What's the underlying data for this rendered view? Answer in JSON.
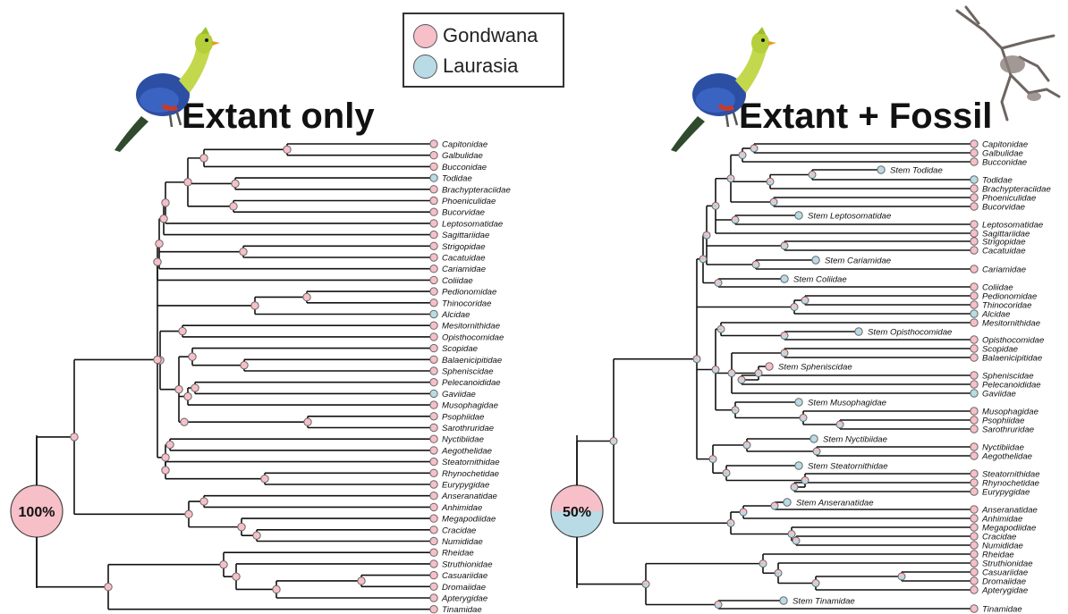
{
  "colors": {
    "gondwana": "#f7bfc8",
    "laurasia": "#b9dbe5",
    "line": "#111111"
  },
  "legend": {
    "items": [
      {
        "label": "Gondwana",
        "color": "#f7bfc8"
      },
      {
        "label": "Laurasia",
        "color": "#b9dbe5"
      }
    ]
  },
  "panels": [
    {
      "title": "Extant only",
      "root_probability": "100%",
      "root_color": "gondwana",
      "tips": [
        {
          "label": "Capitonidae",
          "state": "G"
        },
        {
          "label": "Galbulidae",
          "state": "G"
        },
        {
          "label": "Bucconidae",
          "state": "G"
        },
        {
          "label": "Todidae",
          "state": "L"
        },
        {
          "label": "Brachypteraciidae",
          "state": "G"
        },
        {
          "label": "Phoeniculidae",
          "state": "G"
        },
        {
          "label": "Bucorvidae",
          "state": "G"
        },
        {
          "label": "Leptosomatidae",
          "state": "G"
        },
        {
          "label": "Sagittariidae",
          "state": "G"
        },
        {
          "label": "Strigopidae",
          "state": "G"
        },
        {
          "label": "Cacatuidae",
          "state": "G"
        },
        {
          "label": "Cariamidae",
          "state": "G"
        },
        {
          "label": "Coliidae",
          "state": "G"
        },
        {
          "label": "Pedionomidae",
          "state": "G"
        },
        {
          "label": "Thinocoridae",
          "state": "G"
        },
        {
          "label": "Alcidae",
          "state": "L"
        },
        {
          "label": "Mesitornithidae",
          "state": "G"
        },
        {
          "label": "Opisthocomidae",
          "state": "G"
        },
        {
          "label": "Scopidae",
          "state": "G"
        },
        {
          "label": "Balaenicipitidae",
          "state": "G"
        },
        {
          "label": "Spheniscidae",
          "state": "G"
        },
        {
          "label": "Pelecanoididae",
          "state": "G"
        },
        {
          "label": "Gaviidae",
          "state": "L"
        },
        {
          "label": "Musophagidae",
          "state": "G"
        },
        {
          "label": "Psophiidae",
          "state": "G"
        },
        {
          "label": "Sarothruridae",
          "state": "G"
        },
        {
          "label": "Nyctibiidae",
          "state": "G"
        },
        {
          "label": "Aegothelidae",
          "state": "G"
        },
        {
          "label": "Steatornithidae",
          "state": "G"
        },
        {
          "label": "Rhynochetidae",
          "state": "G"
        },
        {
          "label": "Eurypygidae",
          "state": "G"
        },
        {
          "label": "Anseranatidae",
          "state": "G"
        },
        {
          "label": "Anhimidae",
          "state": "G"
        },
        {
          "label": "Megapodiidae",
          "state": "G"
        },
        {
          "label": "Cracidae",
          "state": "G"
        },
        {
          "label": "Numididae",
          "state": "G"
        },
        {
          "label": "Rheidae",
          "state": "G"
        },
        {
          "label": "Struthionidae",
          "state": "G"
        },
        {
          "label": "Casuariidae",
          "state": "G"
        },
        {
          "label": "Dromaiidae",
          "state": "G"
        },
        {
          "label": "Apterygidae",
          "state": "G"
        },
        {
          "label": "Tinamidae",
          "state": "G"
        }
      ]
    },
    {
      "title": "Extant + Fossil",
      "root_probability": "50%",
      "root_color": "split",
      "tips": [
        {
          "label": "Capitonidae",
          "state": "G"
        },
        {
          "label": "Galbulidae",
          "state": "G"
        },
        {
          "label": "Bucconidae",
          "state": "G"
        },
        {
          "label": "Stem Todidae",
          "state": "L",
          "fossil": true
        },
        {
          "label": "Todidae",
          "state": "L"
        },
        {
          "label": "Brachypteraciidae",
          "state": "G"
        },
        {
          "label": "Phoeniculidae",
          "state": "G"
        },
        {
          "label": "Bucorvidae",
          "state": "G"
        },
        {
          "label": "Stem Leptosomatidae",
          "state": "L",
          "fossil": true
        },
        {
          "label": "Leptosomatidae",
          "state": "G"
        },
        {
          "label": "Sagittariidae",
          "state": "G"
        },
        {
          "label": "Strigopidae",
          "state": "G"
        },
        {
          "label": "Cacatuidae",
          "state": "G"
        },
        {
          "label": "Stem Cariamidae",
          "state": "L",
          "fossil": true
        },
        {
          "label": "Cariamidae",
          "state": "G"
        },
        {
          "label": "Stem Coliidae",
          "state": "L",
          "fossil": true
        },
        {
          "label": "Coliidae",
          "state": "G"
        },
        {
          "label": "Pedionomidae",
          "state": "G"
        },
        {
          "label": "Thinocoridae",
          "state": "G"
        },
        {
          "label": "Alcidae",
          "state": "L"
        },
        {
          "label": "Mesitornithidae",
          "state": "G"
        },
        {
          "label": "Stem Opisthocomidae",
          "state": "L",
          "fossil": true
        },
        {
          "label": "Opisthocomidae",
          "state": "G"
        },
        {
          "label": "Scopidae",
          "state": "G"
        },
        {
          "label": "Balaenicipitidae",
          "state": "G"
        },
        {
          "label": "Stem Spheniscidae",
          "state": "G",
          "fossil": true
        },
        {
          "label": "Spheniscidae",
          "state": "G"
        },
        {
          "label": "Pelecanoididae",
          "state": "G"
        },
        {
          "label": "Gaviidae",
          "state": "L"
        },
        {
          "label": "Stem Musophagidae",
          "state": "L",
          "fossil": true
        },
        {
          "label": "Musophagidae",
          "state": "G"
        },
        {
          "label": "Psophiidae",
          "state": "G"
        },
        {
          "label": "Sarothruridae",
          "state": "G"
        },
        {
          "label": "Stem Nyctibiidae",
          "state": "L",
          "fossil": true
        },
        {
          "label": "Nyctibiidae",
          "state": "G"
        },
        {
          "label": "Aegothelidae",
          "state": "G"
        },
        {
          "label": "Stem Steatornithidae",
          "state": "L",
          "fossil": true
        },
        {
          "label": "Steatornithidae",
          "state": "G"
        },
        {
          "label": "Rhynochetidae",
          "state": "G"
        },
        {
          "label": "Eurypygidae",
          "state": "G"
        },
        {
          "label": "Stem Anseranatidae",
          "state": "L",
          "fossil": true
        },
        {
          "label": "Anseranatidae",
          "state": "G"
        },
        {
          "label": "Anhimidae",
          "state": "G"
        },
        {
          "label": "Megapodiidae",
          "state": "G"
        },
        {
          "label": "Cracidae",
          "state": "G"
        },
        {
          "label": "Numididae",
          "state": "G"
        },
        {
          "label": "Rheidae",
          "state": "G"
        },
        {
          "label": "Struthionidae",
          "state": "G"
        },
        {
          "label": "Casuariidae",
          "state": "G"
        },
        {
          "label": "Dromaiidae",
          "state": "G"
        },
        {
          "label": "Apterygidae",
          "state": "G"
        },
        {
          "label": "Stem Tinamidae",
          "state": "L",
          "fossil": true
        },
        {
          "label": "Tinamidae",
          "state": "G"
        }
      ]
    }
  ]
}
